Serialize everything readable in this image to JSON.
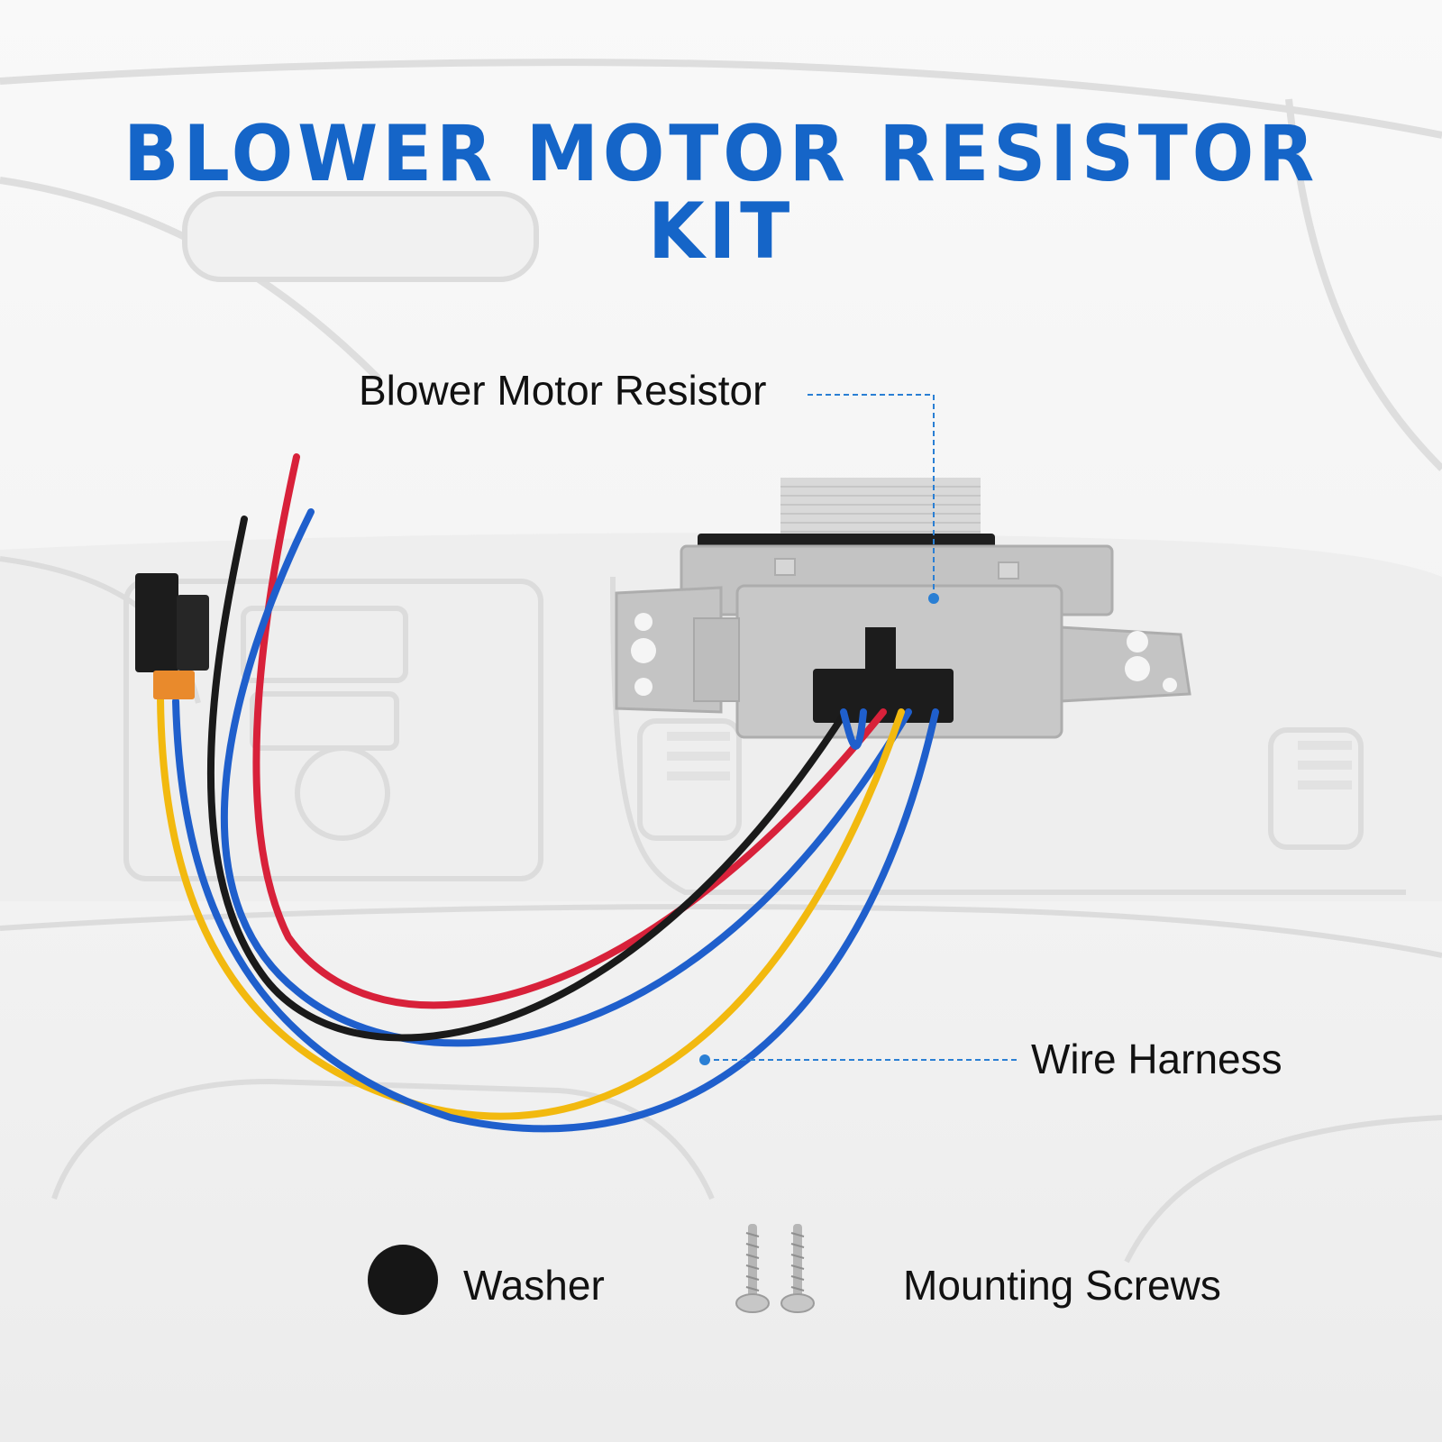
{
  "title": "BLOWER MOTOR RESISTOR KIT",
  "labels": {
    "resistor": "Blower Motor Resistor",
    "harness": "Wire Harness",
    "washer": "Washer",
    "screws": "Mounting Screws"
  },
  "colors": {
    "title": "#1565c8",
    "leader": "#2a7fd4",
    "wire_red": "#d8213a",
    "wire_black": "#1a1a1a",
    "wire_blue": "#1f5fcc",
    "wire_yellow": "#f2b90f",
    "housing": "#bcbcbc"
  }
}
